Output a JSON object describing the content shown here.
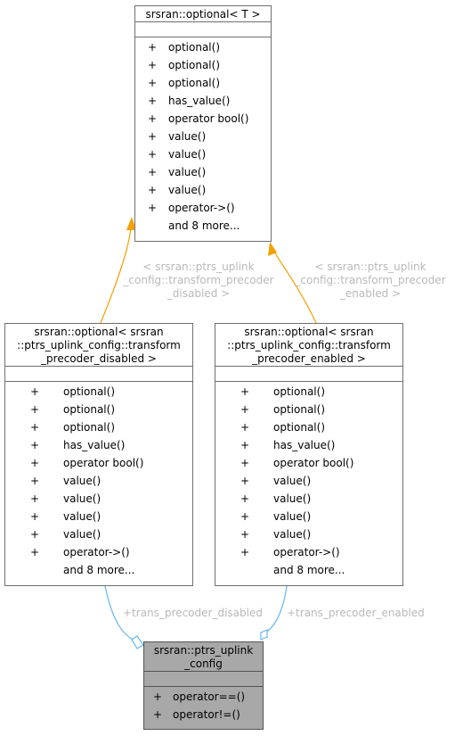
{
  "classes": {
    "optional": {
      "title": "srsran::optional< T >",
      "members": [
        {
          "vis": "+",
          "name": "optional()"
        },
        {
          "vis": "+",
          "name": "optional()"
        },
        {
          "vis": "+",
          "name": "optional()"
        },
        {
          "vis": "+",
          "name": "has_value()"
        },
        {
          "vis": "+",
          "name": "operator bool()"
        },
        {
          "vis": "+",
          "name": "value()"
        },
        {
          "vis": "+",
          "name": "value()"
        },
        {
          "vis": "+",
          "name": "value()"
        },
        {
          "vis": "+",
          "name": "value()"
        },
        {
          "vis": "+",
          "name": "operator->()"
        },
        {
          "vis": "",
          "name": "and 8 more..."
        }
      ]
    },
    "opt_disabled": {
      "title": "srsran::optional< srsran\n::ptrs_uplink_config::transform\n_precoder_disabled >",
      "members": [
        {
          "vis": "+",
          "name": "optional()"
        },
        {
          "vis": "+",
          "name": "optional()"
        },
        {
          "vis": "+",
          "name": "optional()"
        },
        {
          "vis": "+",
          "name": "has_value()"
        },
        {
          "vis": "+",
          "name": "operator bool()"
        },
        {
          "vis": "+",
          "name": "value()"
        },
        {
          "vis": "+",
          "name": "value()"
        },
        {
          "vis": "+",
          "name": "value()"
        },
        {
          "vis": "+",
          "name": "value()"
        },
        {
          "vis": "+",
          "name": "operator->()"
        },
        {
          "vis": "",
          "name": "and 8 more..."
        }
      ]
    },
    "opt_enabled": {
      "title": "srsran::optional< srsran\n::ptrs_uplink_config::transform\n_precoder_enabled >",
      "members": [
        {
          "vis": "+",
          "name": "optional()"
        },
        {
          "vis": "+",
          "name": "optional()"
        },
        {
          "vis": "+",
          "name": "optional()"
        },
        {
          "vis": "+",
          "name": "has_value()"
        },
        {
          "vis": "+",
          "name": "operator bool()"
        },
        {
          "vis": "+",
          "name": "value()"
        },
        {
          "vis": "+",
          "name": "value()"
        },
        {
          "vis": "+",
          "name": "value()"
        },
        {
          "vis": "+",
          "name": "value()"
        },
        {
          "vis": "+",
          "name": "operator->()"
        },
        {
          "vis": "",
          "name": "and 8 more..."
        }
      ]
    },
    "ptrs": {
      "title": "srsran::ptrs_uplink\n_config",
      "members": [
        {
          "vis": "+",
          "name": "operator==()"
        },
        {
          "vis": "+",
          "name": "operator!=()"
        }
      ]
    }
  },
  "edges": {
    "tmpl_disabled": "< srsran::ptrs_uplink\n_config::transform_precoder\n_disabled >",
    "tmpl_enabled": "< srsran::ptrs_uplink\n_config::transform_precoder\n_enabled >",
    "member_disabled": "+trans_precoder_disabled",
    "member_enabled": "+trans_precoder_enabled"
  },
  "colors": {
    "template_edge": "#f5a000",
    "member_edge": "#63b8ee",
    "edge_label": "#b9b9b9"
  }
}
